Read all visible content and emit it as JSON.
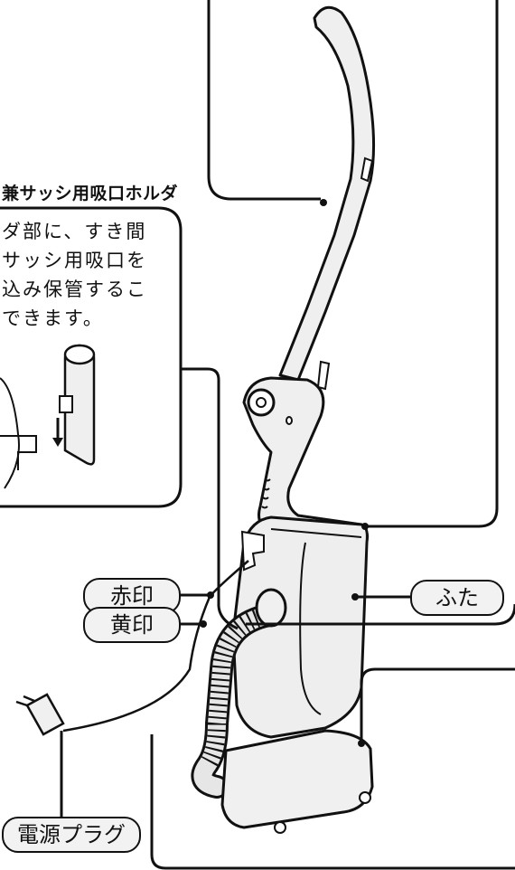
{
  "holder_callout": {
    "title": "兼サッシ用吸口ホルダ",
    "lines": [
      "ダ部に、すき間",
      "サッシ用吸口を",
      "込み保管するこ",
      "できます。"
    ]
  },
  "labels": {
    "red_mark": "赤印",
    "yellow_mark": "黄印",
    "lid": "ふた",
    "power_plug": "電源プラグ"
  },
  "colors": {
    "line": "#111111",
    "label_fill": "#f2f2f2",
    "body_fill": "#eeeeee"
  }
}
